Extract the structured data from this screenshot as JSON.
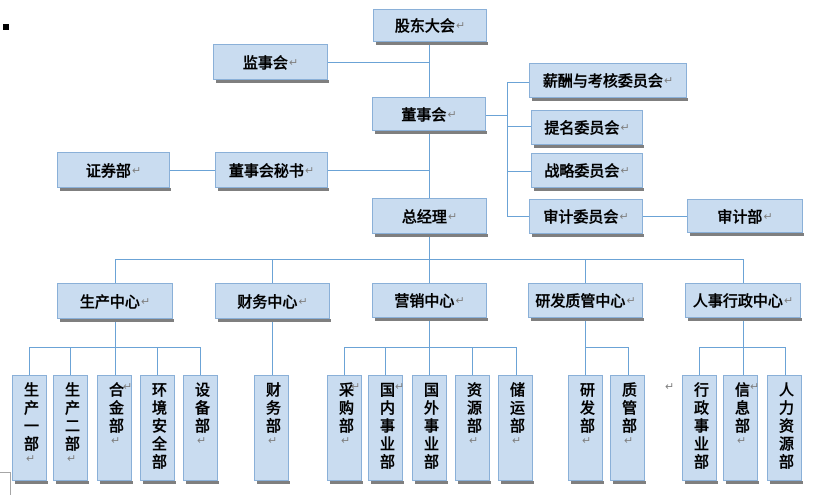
{
  "document": {
    "type": "word-org-chart",
    "marks": {
      "return_mark": "↵"
    }
  },
  "colors": {
    "node_fill": "#c9dcf0",
    "node_border": "#8ab0d8",
    "connector": "#6ba3d6",
    "shadow": "#7f7f7f"
  },
  "org": {
    "nodes": {
      "shareholders": "股东大会",
      "supervisory": "监事会",
      "board": "董事会",
      "compensation": "薪酬与考核委员会",
      "nomination": "提名委员会",
      "strategy": "战略委员会",
      "audit_committee": "审计委员会",
      "audit_dept": "审计部",
      "securities": "证券部",
      "board_secretary": "董事会秘书",
      "gm": "总经理",
      "production_center": "生产中心",
      "finance_center": "财务中心",
      "marketing_center": "营销中心",
      "rd_quality_center": "研发质管中心",
      "hr_admin_center": "人事行政中心",
      "production1": "生产一部",
      "production2": "生产二部",
      "alloy": "合金部",
      "env_safety": "环境安全部",
      "equipment": "设备部",
      "finance_dept": "财务部",
      "purchasing": "采购部",
      "domestic_biz": "国内事业部",
      "overseas_biz": "国外事业部",
      "resources": "资源部",
      "logistics": "储运部",
      "rd_dept": "研发部",
      "quality_dept": "质管部",
      "admin_affairs": "行政事业部",
      "info_dept": "信息部",
      "hr_dept": "人力资源部"
    }
  }
}
